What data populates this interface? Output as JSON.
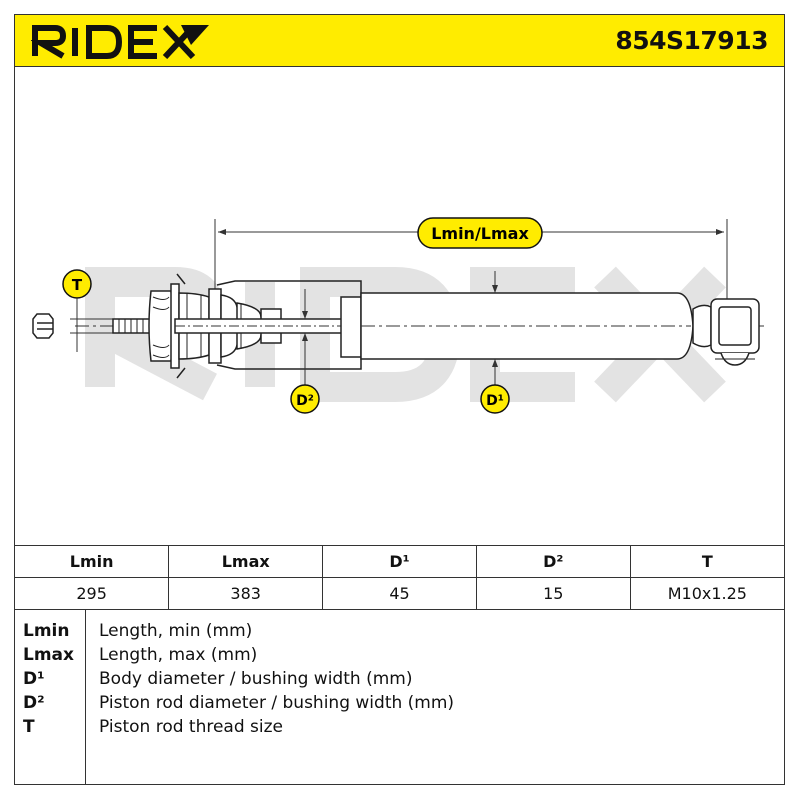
{
  "brand": {
    "name": "RIDEX",
    "accent": "#ffec00"
  },
  "part_number": "854S17913",
  "diagram": {
    "labels": {
      "length": "Lmin/Lmax",
      "thread": "T",
      "rod_diameter": "D²",
      "body_diameter": "D¹"
    },
    "watermark": "RIDEX"
  },
  "table": {
    "headers": [
      "Lmin",
      "Lmax",
      "D¹",
      "D²",
      "T"
    ],
    "values": [
      "295",
      "383",
      "45",
      "15",
      "M10x1.25"
    ]
  },
  "legend": [
    {
      "key": "Lmin",
      "desc": "Length, min (mm)"
    },
    {
      "key": "Lmax",
      "desc": "Length, max (mm)"
    },
    {
      "key": "D¹",
      "desc": "Body diameter / bushing width (mm)"
    },
    {
      "key": "D²",
      "desc": "Piston rod diameter / bushing width (mm)"
    },
    {
      "key": "T",
      "desc": "Piston rod thread size"
    }
  ]
}
